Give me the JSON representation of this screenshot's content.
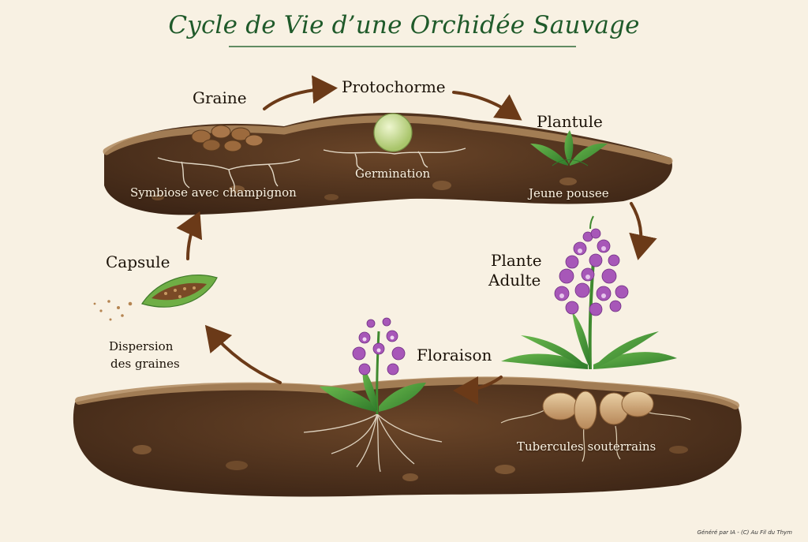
{
  "title": "Cycle de Vie d’une Orchidée Sauvage",
  "stages": {
    "graine": "Graine",
    "protochorme": "Protochorme",
    "plantule": "Plantule",
    "plante_adulte_line1": "Plante",
    "plante_adulte_line2": "Adulte",
    "floraison": "Floraison",
    "capsule": "Capsule"
  },
  "captions": {
    "symbiose": "Symbiose avec champignon",
    "germination": "Germination",
    "jeune_pousse": "Jeune pousee",
    "tubercules": "Tubercules souterrains",
    "dispersion_line1": "Dispersion",
    "dispersion_line2": "des graines"
  },
  "footer": "Généré par IA - (C) Au Fil du Thym",
  "colors": {
    "title": "#1f5a2a",
    "soil_dark": "#4a2f1c",
    "soil_top": "#b08a5e",
    "arrow": "#6b3a18",
    "leaf": "#4e9a3a",
    "flower": "#a757b8",
    "background": "#f8f1e3"
  }
}
